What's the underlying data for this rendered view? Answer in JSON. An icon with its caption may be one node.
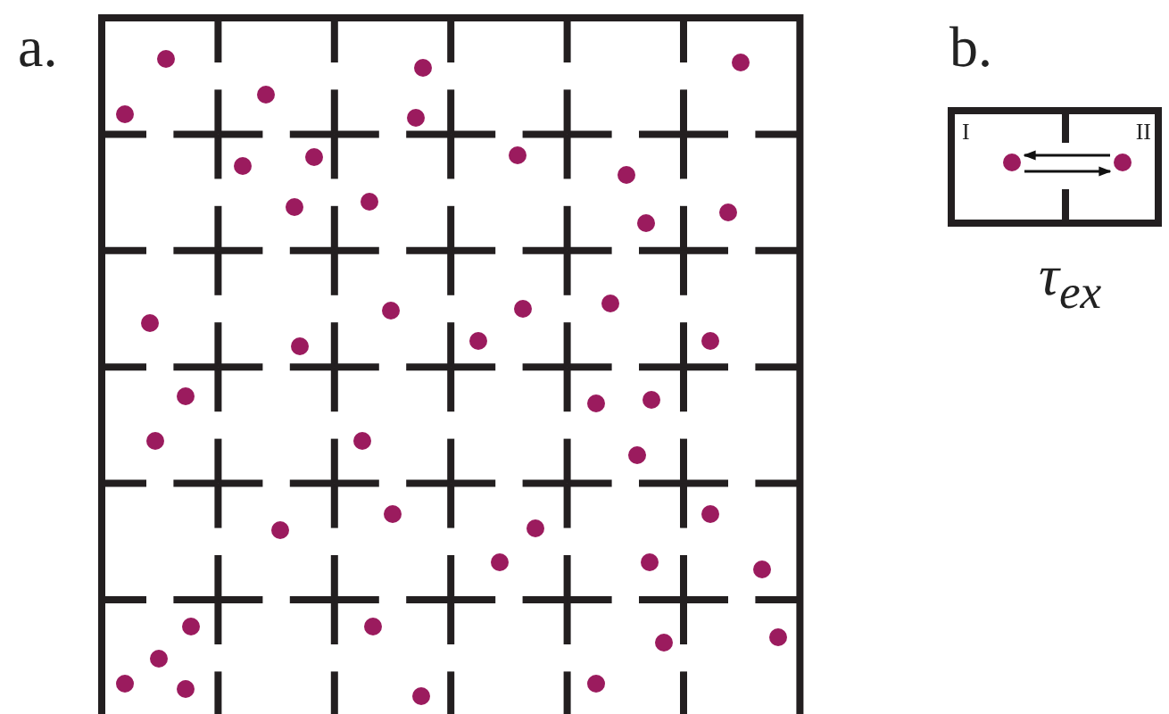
{
  "diagram": {
    "nodes": [
      {
        "text": [
          "I"
        ]
      },
      {
        "text": [],
        "shape": "circle",
        "in": 0
      },
      {
        "text": [
          "II"
        ]
      },
      {
        "text": [],
        "shape": "circle",
        "in": 2
      }
    ],
    "edges": [
      {
        "from": 3,
        "to": 1,
        "arrow": "to"
      },
      {
        "from": 1,
        "to": 3,
        "arrow": "to"
      }
    ],
    "labels": [
      "a.",
      "b.",
      "τ$_{ex}$"
    ]
  }
}
